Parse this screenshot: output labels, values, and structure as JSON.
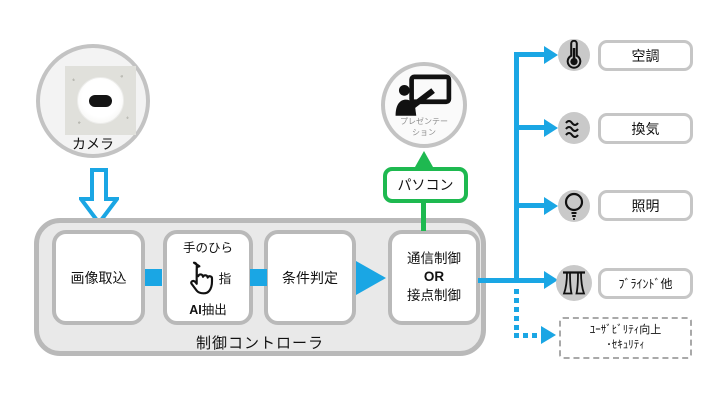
{
  "camera": {
    "label": "カメラ"
  },
  "controller": {
    "label": "制御コントローラ",
    "step1": {
      "label": "画像取込"
    },
    "step2": {
      "top": "手のひら",
      "side": "指",
      "ai": "AI",
      "extract": "抽出"
    },
    "step3": {
      "label": "条件判定"
    },
    "step4": {
      "line1": "通信制御",
      "line2": "OR",
      "line3": "接点制御"
    }
  },
  "pc": {
    "label": "パソコン"
  },
  "presentation": {
    "line1": "プレゼンテー",
    "line2": "ション"
  },
  "outputs": [
    {
      "label": "空調",
      "icon": "thermometer-icon"
    },
    {
      "label": "換気",
      "icon": "ventilation-waves-icon"
    },
    {
      "label": "照明",
      "icon": "lightbulb-icon"
    },
    {
      "label": "ﾌﾞﾗｲﾝﾄﾞ他",
      "icon": "blinds-icon"
    }
  ],
  "note": {
    "line1": "ﾕｰｻﾞﾋﾞﾘﾃｨ向上",
    "line2": "･ｾｷｭﾘﾃｨ"
  },
  "colors": {
    "blue": "#1aa6e4",
    "green": "#1eb950",
    "border_gray": "#b9b9b9"
  }
}
